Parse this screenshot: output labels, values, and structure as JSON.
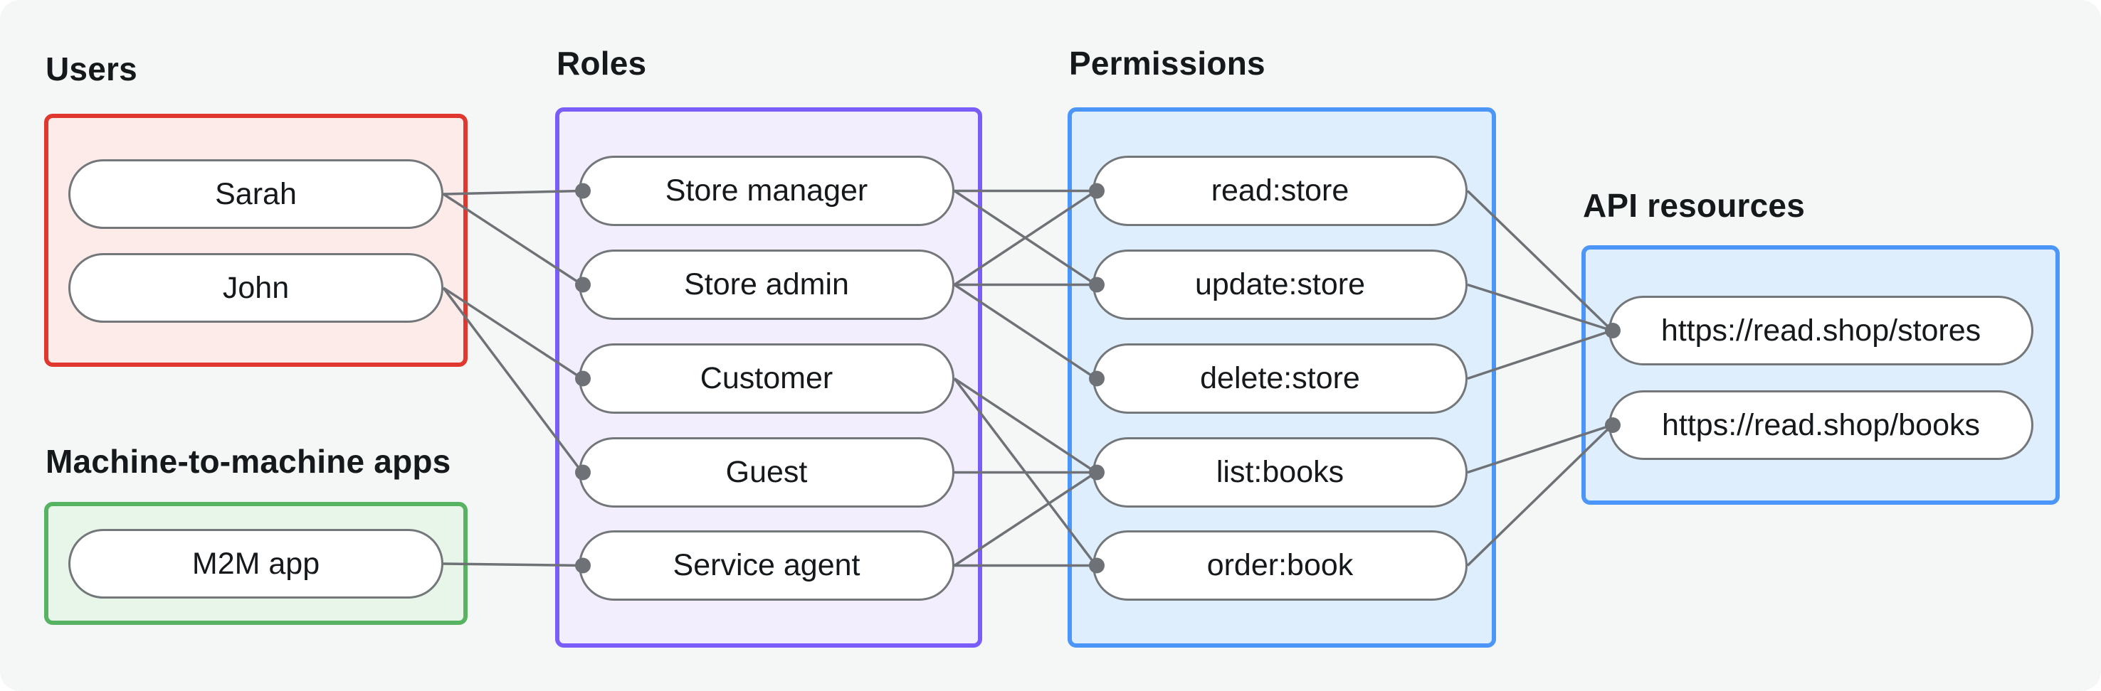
{
  "diagram": {
    "colors": {
      "background": "#f4f7f6",
      "edge": "#6e7276",
      "edge_dot": "#6e7276",
      "pill_border": "#73777a",
      "pill_fill": "#ffffff",
      "text": "#15191b"
    },
    "groups": [
      {
        "id": "users",
        "title": "Users",
        "border": "#e0372e",
        "fill": "#fcebe9",
        "nodes": [
          {
            "id": "sarah",
            "label": "Sarah"
          },
          {
            "id": "john",
            "label": "John"
          }
        ]
      },
      {
        "id": "m2m",
        "title": "Machine-to-machine apps",
        "border": "#57b262",
        "fill": "#e7f6e8",
        "nodes": [
          {
            "id": "m2m_app",
            "label": "M2M app"
          }
        ]
      },
      {
        "id": "roles",
        "title": "Roles",
        "border": "#7a5cf9",
        "fill": "#f3eefe",
        "nodes": [
          {
            "id": "store_manager",
            "label": "Store manager"
          },
          {
            "id": "store_admin",
            "label": "Store admin"
          },
          {
            "id": "customer",
            "label": "Customer"
          },
          {
            "id": "guest",
            "label": "Guest"
          },
          {
            "id": "service_agent",
            "label": "Service agent"
          }
        ]
      },
      {
        "id": "permissions",
        "title": "Permissions",
        "border": "#4b96f8",
        "fill": "#dfeefc",
        "nodes": [
          {
            "id": "read_store",
            "label": "read:store"
          },
          {
            "id": "update_store",
            "label": "update:store"
          },
          {
            "id": "delete_store",
            "label": "delete:store"
          },
          {
            "id": "list_books",
            "label": "list:books"
          },
          {
            "id": "order_book",
            "label": "order:book"
          }
        ]
      },
      {
        "id": "api_resources",
        "title": "API resources",
        "border": "#4b96f8",
        "fill": "#dfeefc",
        "nodes": [
          {
            "id": "stores",
            "label": "https://read.shop/stores"
          },
          {
            "id": "books",
            "label": "https://read.shop/books"
          }
        ]
      }
    ],
    "edges": [
      [
        "sarah",
        "store_manager"
      ],
      [
        "sarah",
        "store_admin"
      ],
      [
        "john",
        "customer"
      ],
      [
        "john",
        "guest"
      ],
      [
        "m2m_app",
        "service_agent"
      ],
      [
        "store_manager",
        "read_store"
      ],
      [
        "store_manager",
        "update_store"
      ],
      [
        "store_admin",
        "read_store"
      ],
      [
        "store_admin",
        "update_store"
      ],
      [
        "store_admin",
        "delete_store"
      ],
      [
        "customer",
        "list_books"
      ],
      [
        "customer",
        "order_book"
      ],
      [
        "guest",
        "list_books"
      ],
      [
        "service_agent",
        "list_books"
      ],
      [
        "service_agent",
        "order_book"
      ],
      [
        "read_store",
        "stores"
      ],
      [
        "update_store",
        "stores"
      ],
      [
        "delete_store",
        "stores"
      ],
      [
        "list_books",
        "books"
      ],
      [
        "order_book",
        "books"
      ]
    ]
  }
}
